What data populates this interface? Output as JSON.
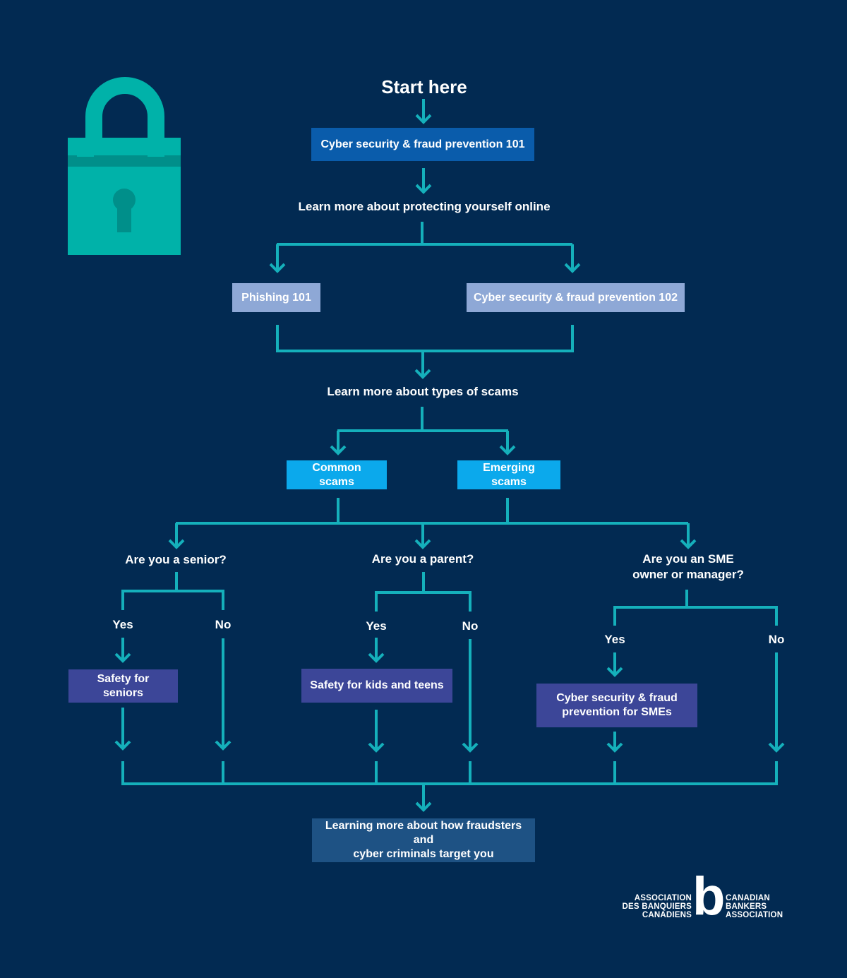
{
  "start": "Start here",
  "steps": {
    "prevention_101": "Cyber security & fraud prevention 101",
    "learn_online": "Learn more about protecting yourself online",
    "phishing_101": "Phishing 101",
    "prevention_102": "Cyber security & fraud prevention 102",
    "learn_scams": "Learn more about types of scams",
    "common_scams": "Common scams",
    "emerging_scams": "Emerging scams",
    "q_senior": "Are you a senior?",
    "q_parent": "Are you a parent?",
    "q_sme": "Are you an SME\nowner or manager?",
    "safety_seniors": "Safety for seniors",
    "safety_kids": "Safety for kids and teens",
    "sme_prevention": "Cyber security & fraud\nprevention for SMEs",
    "final": "Learning more about how fraudsters and\ncyber criminals target you"
  },
  "answers": {
    "yes": "Yes",
    "no": "No"
  },
  "logo": {
    "fr": "ASSOCIATION\nDES BANQUIERS\nCANADIENS",
    "en": "CANADIAN\nBANKERS\nASSOCIATION",
    "letter": "b"
  },
  "colors": {
    "background": "#022a52",
    "connector": "#15b0bb",
    "lock_body": "#00b2a9",
    "lock_band": "#008f8a"
  }
}
